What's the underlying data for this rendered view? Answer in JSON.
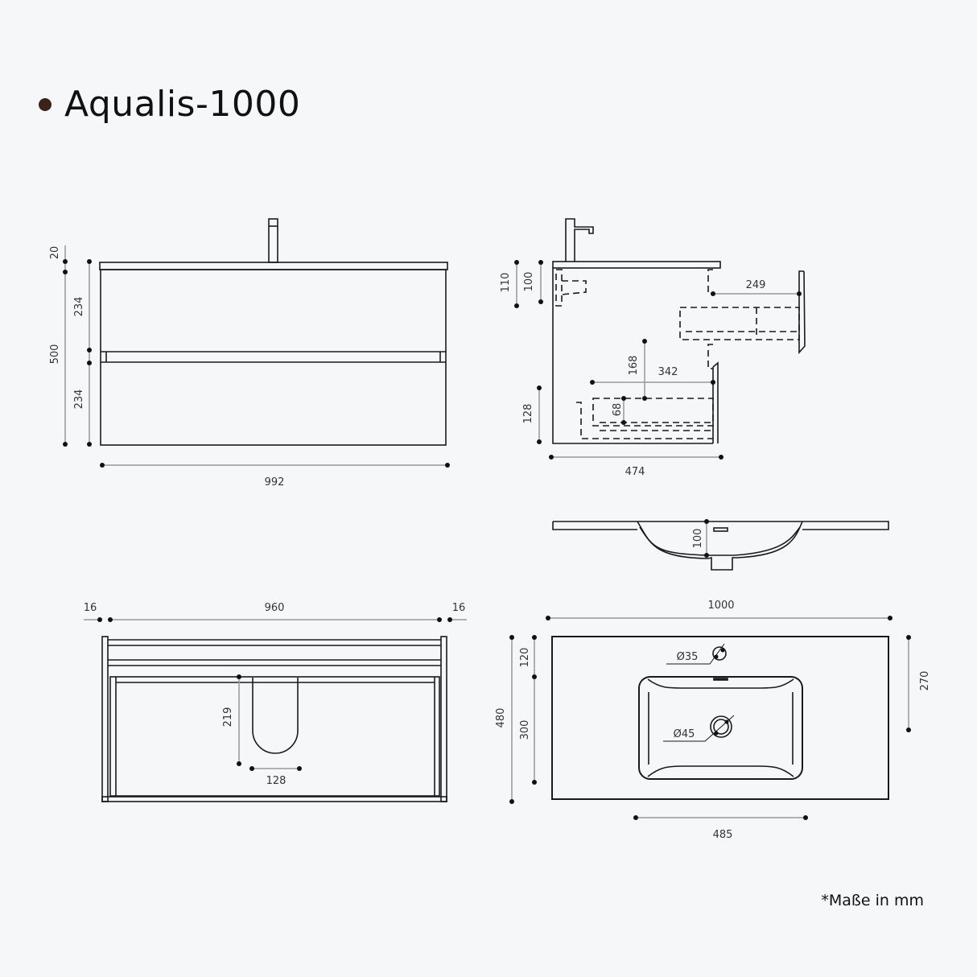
{
  "title": "Aqualis-1000",
  "colors": {
    "background": "#f6f7f9",
    "line": "#1a1a1a",
    "dimension_line": "#999999",
    "bullet": "#3a2419"
  },
  "front_view": {
    "dimensions": {
      "top_slab": "20",
      "total_height": "500",
      "upper_drawer": "234",
      "lower_drawer": "234",
      "width": "992"
    }
  },
  "side_view": {
    "dimensions": {
      "h1": "110",
      "h2": "100",
      "drawer_extension": "249",
      "height_168": "168",
      "depth_342": "342",
      "inner_68": "68",
      "bottom_128": "128",
      "depth": "474"
    }
  },
  "basin_section": {
    "dimensions": {
      "depth": "100"
    }
  },
  "top_cabinet_view": {
    "dimensions": {
      "left_panel": "16",
      "inner_width": "960",
      "right_panel": "16",
      "cutout_depth": "219",
      "cutout_width": "128"
    }
  },
  "basin_top_view": {
    "dimensions": {
      "width": "1000",
      "depth": "480",
      "front_to_tap": "120",
      "bowl_depth": "300",
      "right_depth": "270",
      "bowl_width": "485",
      "tap_hole": "Ø35",
      "drain": "Ø45"
    }
  },
  "footnote": "*Maße in mm"
}
